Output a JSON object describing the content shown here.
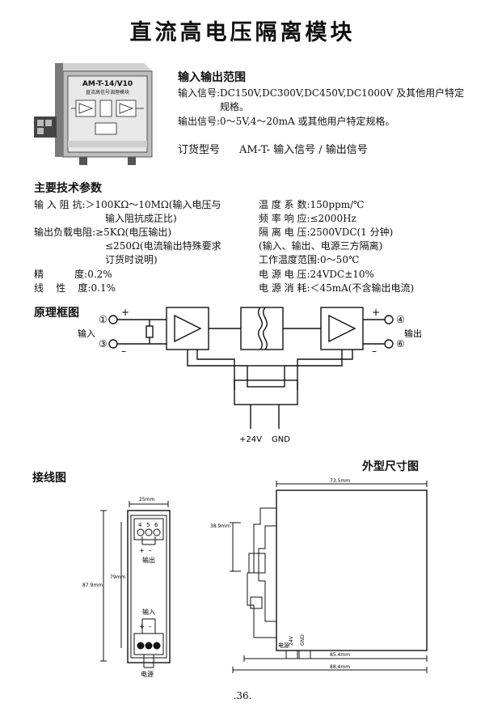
{
  "page_title": "直流高电压隔离模块",
  "product_photo": {
    "model_label": "AM-T-14/V10",
    "subtitle": "直流高信号调理模块"
  },
  "io_range": {
    "heading": "输入输出范围",
    "input_line1": "输入信号:DC150V,DC300V,DC450V,DC1000V 及其他用户特定",
    "input_line2": "规格。",
    "output_line": "输出信号:0～5V,4～20mA 或其他用户特定规格。",
    "order_label": "订货型号",
    "order_value": "AM-T- 输入信号 / 输出信号"
  },
  "specs": {
    "heading": "主要技术参数",
    "left": [
      "输 入 阻 抗:＞100KΩ～10MΩ(输入电压与",
      "输入阻抗成正比)",
      "输出负载电阻:≥5KΩ(电压输出)",
      "≤250Ω(电流输出特殊要求",
      "订货时说明)",
      "精          度:0.2%",
      "线    性    度:0.1%"
    ],
    "right": [
      "温 度 系 数:150ppm/℃",
      "频 率 响 应:≤2000Hz",
      "隔 离 电 压:2500VDC(1 分钟)",
      "(输入、输出、电源三方隔离)",
      "工作温度范围:0～50℃",
      "电 源 电 压:24VDC±10%",
      "电 源 消 耗:＜45mA(不含输出电流)"
    ]
  },
  "block_diagram": {
    "heading": "原理框图",
    "pin1": "①",
    "pin3": "③",
    "pin4": "④",
    "pin6": "⑥",
    "plus": "+",
    "minus": "–",
    "input_label": "输入",
    "output_label": "输出",
    "power_plus": "+24V",
    "power_gnd": "GND"
  },
  "wiring": {
    "heading": "接线图",
    "width_dim": "25mm",
    "height_outer": "87.9mm",
    "height_inner": "79mm",
    "top_pins": [
      "4",
      "5",
      "6"
    ],
    "top_signs": "+  –",
    "output_label": "输出",
    "input_label": "输入",
    "bottom_signs": "+  –",
    "power_label": "电源"
  },
  "outline": {
    "heading": "外型尺寸图",
    "dim_top": "73.5mm",
    "dim_side": "38.9mm",
    "dim_mid": "85.4mm",
    "dim_bottom": "88.4mm",
    "power_label": "电源",
    "v24": "24V",
    "gnd": "GND"
  },
  "page_number": ".36."
}
